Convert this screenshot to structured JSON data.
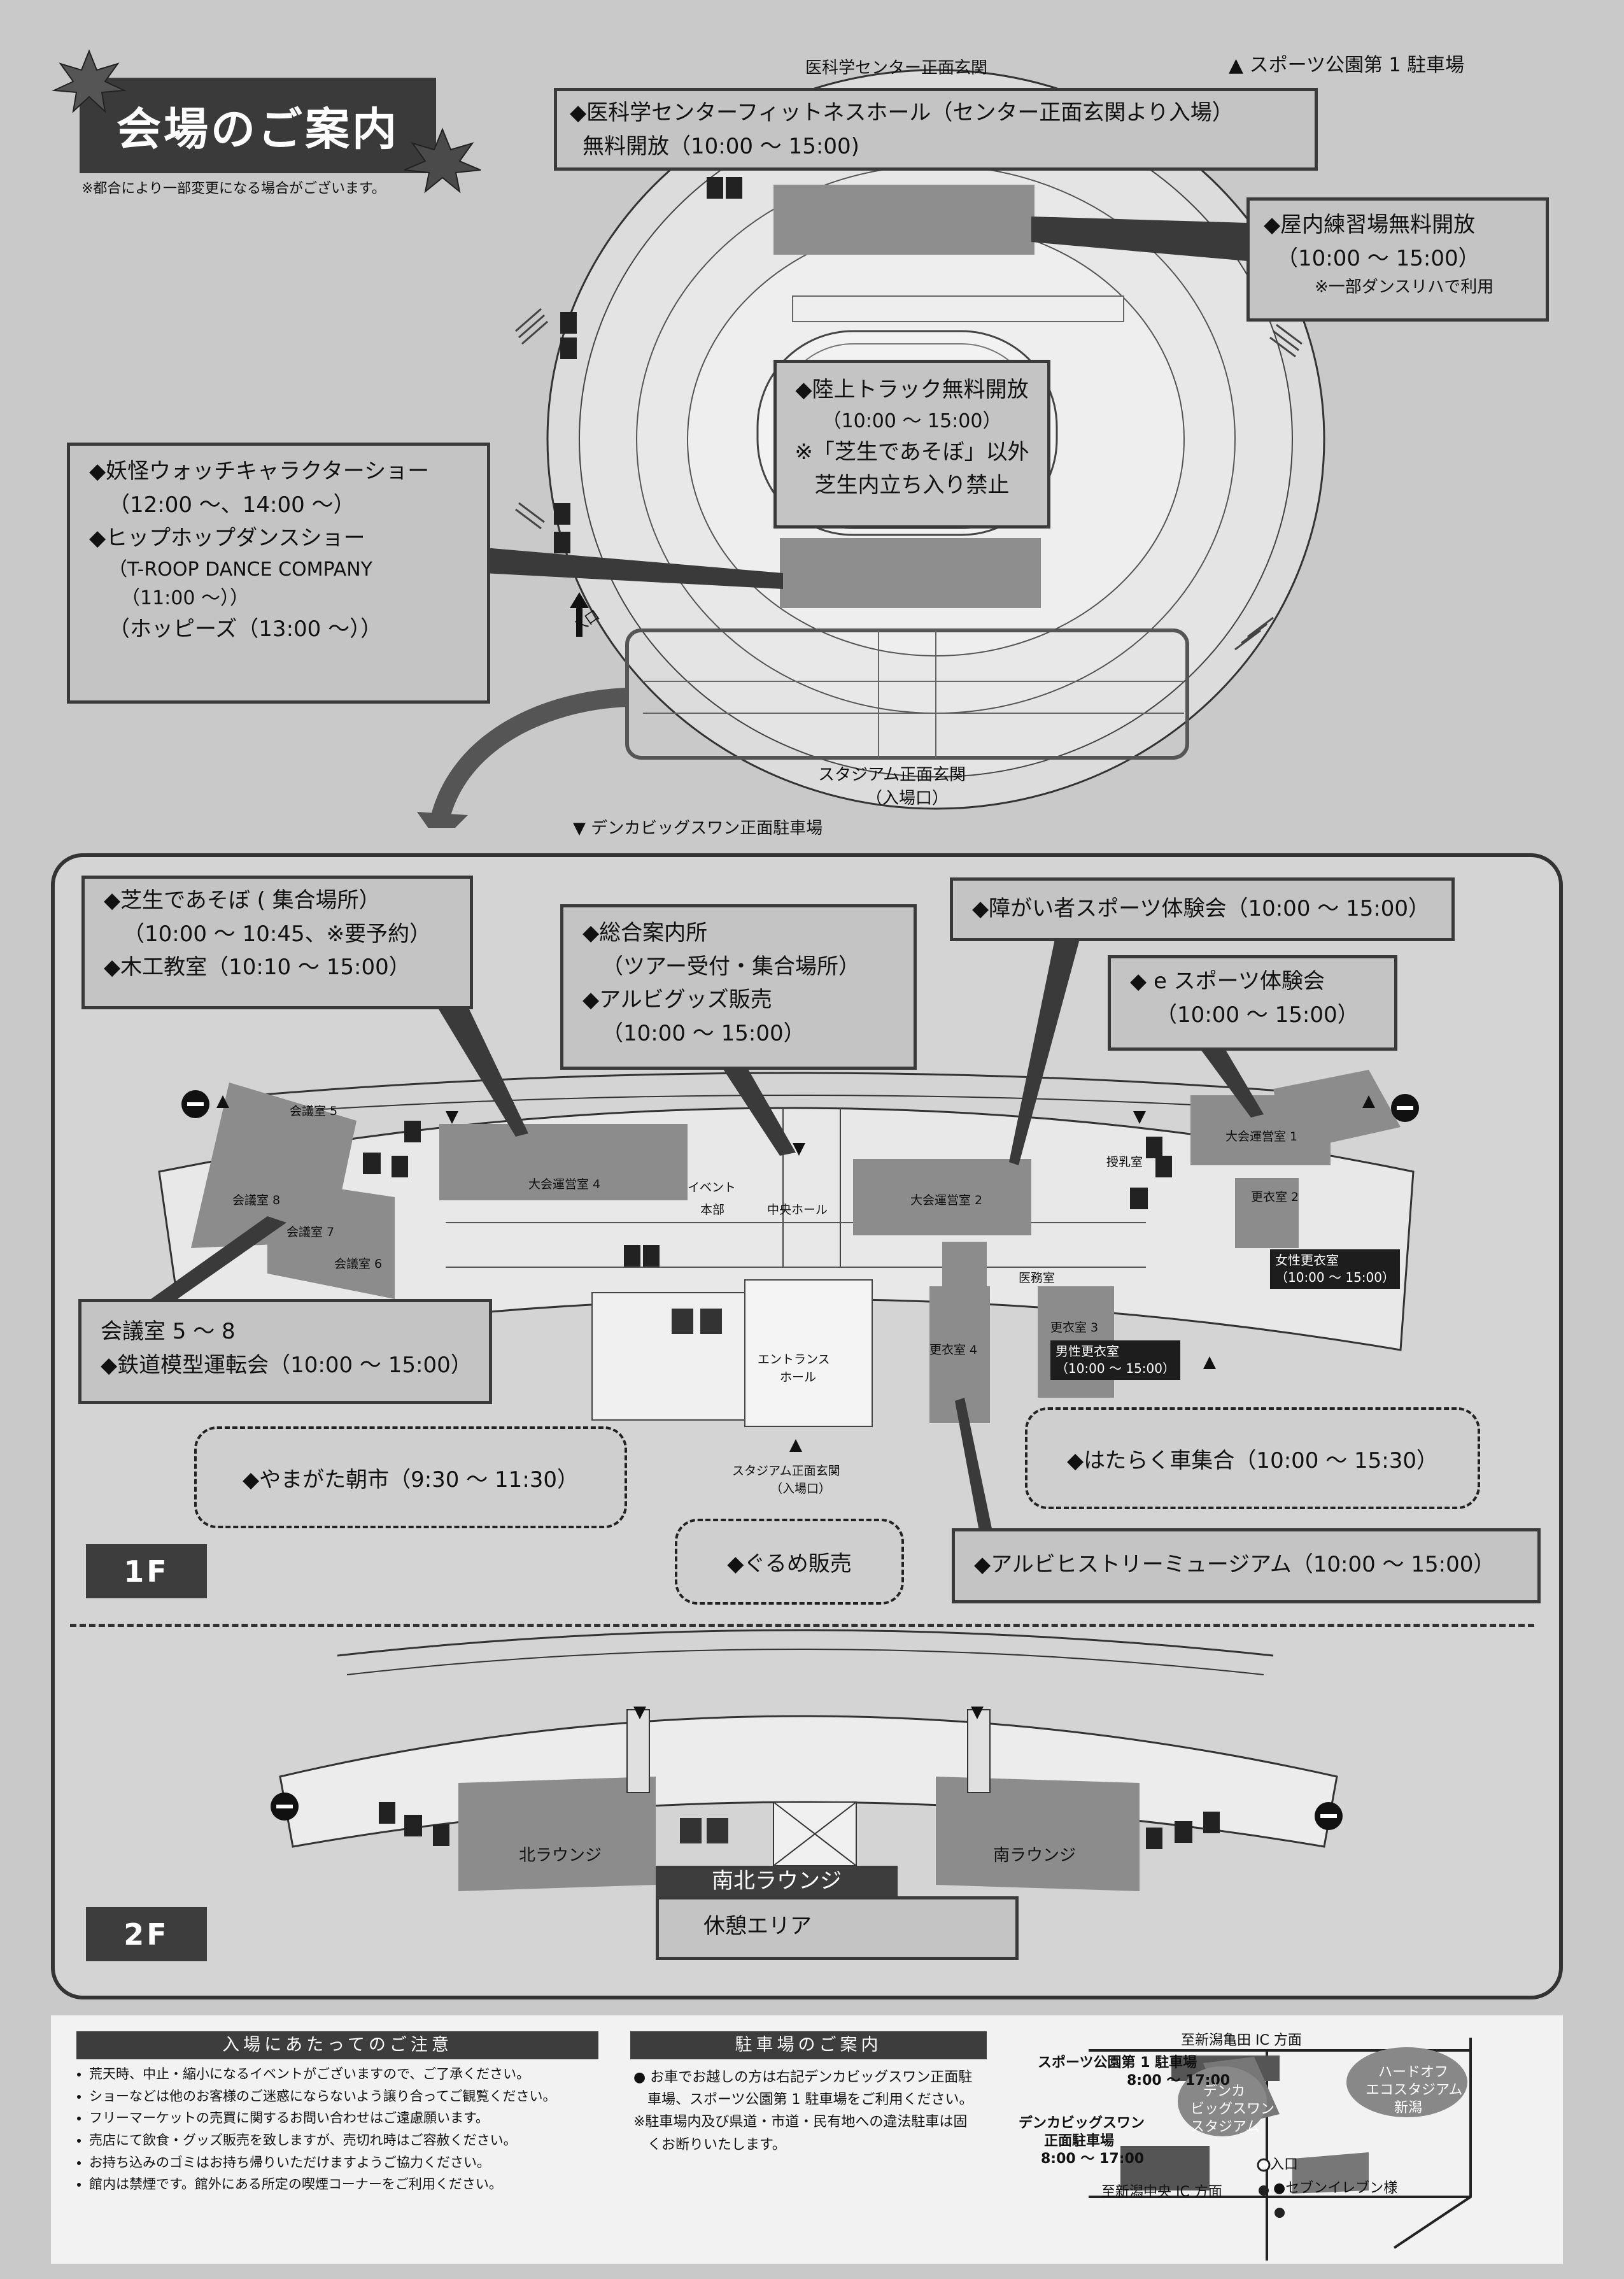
{
  "title": "会場のご案内",
  "note": "※都合により一部変更になる場合がございます。",
  "top_map": {
    "north_gate": "医科学センター正面玄関",
    "parking1": "▲ スポーツ公園第 1 駐車場",
    "south_gate": "スタジアム正面玄関",
    "south_gate_sub": "（入場口）",
    "big_swan_parking": "▼ デンカビッグスワン正面駐車場",
    "entrance_label": "入口"
  },
  "callouts_top": {
    "fitness": {
      "line1": "◆医科学センターフィットネスホール（センター正面玄関より入場）",
      "line2": "無料開放（10:00 ～ 15:00)"
    },
    "indoor": {
      "line1": "◆屋内練習場無料開放",
      "line2": "（10:00 ～ 15:00）",
      "line3": "※一部ダンスリハで利用"
    },
    "track": {
      "line1": "◆陸上トラック無料開放",
      "line2": "（10:00 ～ 15:00）",
      "line3": "※「芝生であそぼ」以外",
      "line4": "芝生内立ち入り禁止"
    },
    "show": {
      "line1": "◆妖怪ウォッチキャラクターショー",
      "line2": "（12:00 ～、14:00 ～）",
      "line3": "◆ヒップホップダンスショー",
      "line4": "（T-ROOP DANCE COMPANY",
      "line5": "（11:00 ～））",
      "line6": "（ホッピーズ（13:00 ～））"
    }
  },
  "floor1": {
    "label": "1F",
    "callouts": {
      "lawn": {
        "line1": "◆芝生であそぼ ( 集合場所）",
        "line2": "（10:00 ～ 10:45、※要予約）",
        "line3": "◆木工教室（10:10 ～ 15:00）"
      },
      "info": {
        "line1": "◆総合案内所",
        "line2": "（ツアー受付・集合場所）",
        "line3": "◆アルビグッズ販売",
        "line4": "（10:00 ～ 15:00）"
      },
      "disability": {
        "line1": "◆障がい者スポーツ体験会（10:00 ～ 15:00）"
      },
      "esports": {
        "line1": "◆ e スポーツ体験会",
        "line2": "（10:00 ～ 15:00）"
      },
      "meeting": {
        "line1": "会議室 5 ～ 8",
        "line2": "◆鉄道模型運転会（10:00 ～ 15:00）"
      },
      "yamagata": "◆やまがた朝市（9:30 ～ 11:30）",
      "gourmet": "◆ぐるめ販売",
      "hataraku": "◆はたらく車集合（10:00 ～ 15:30）",
      "history": "◆アルビヒストリーミュージアム（10:00 ～ 15:00）"
    },
    "rooms": {
      "meeting5": "会議室 5",
      "meeting6": "会議室 6",
      "meeting7": "会議室 7",
      "meeting8": "会議室 8",
      "office4": "大会運営室 4",
      "event": "イベント",
      "event2": "本部",
      "central": "中央ホール",
      "office2": "大会運営室 2",
      "nursing": "授乳室",
      "office1": "大会運営室 1",
      "locker2": "更衣室 2",
      "medical": "医務室",
      "locker3": "更衣室 3",
      "locker4": "更衣室 4",
      "entrance_hall": "エントランス",
      "entrance_hall2": "ホール",
      "front_gate": "スタジアム正面玄関",
      "front_gate2": "（入場口）"
    },
    "female_locker": {
      "line1": "女性更衣室",
      "line2": "（10:00 ～ 15:00）"
    },
    "male_locker": {
      "line1": "男性更衣室",
      "line2": "（10:00 ～ 15:00）"
    }
  },
  "floor2": {
    "label": "2F",
    "north_lounge": "北ラウンジ",
    "south_lounge": "南ラウンジ",
    "ns_lounge": "南北ラウンジ",
    "rest_area": "休憩エリア"
  },
  "notes": {
    "heading": "入場にあたってのご注意",
    "items": [
      "荒天時、中止・縮小になるイベントがございますので、ご了承ください。",
      "ショーなどは他のお客様のご迷惑にならないよう譲り合ってご観覧ください。",
      "フリーマーケットの売買に関するお問い合わせはご遠慮願います。",
      "売店にて飲食・グッズ販売を致しますが、売切れ時はご容赦ください。",
      "お持ち込みのゴミはお持ち帰りいただけますようご協力ください。",
      "館内は禁煙です。館外にある所定の喫煙コーナーをご利用ください。"
    ]
  },
  "parking": {
    "heading": "駐車場のご案内",
    "line1": "● お車でお越しの方は右記デンカビッグスワン正面駐",
    "line2": "車場、スポーツ公園第 1 駐車場をご利用ください。",
    "line3": "※駐車場内及び県道・市道・民有地への違法駐車は固",
    "line4": "くお断りいたします。"
  },
  "access_map": {
    "north": "至新潟亀田 IC 方面",
    "south": "至新潟中央 IC 方面",
    "parking1": "スポーツ公園第 1 駐車場",
    "parking1_hours": "8:00 ～ 17:00",
    "bigswan_parking": "デンカビッグスワン",
    "bigswan_parking2": "正面駐車場",
    "bigswan_hours": "8:00 ～ 17:00",
    "stadium": "デンカ",
    "stadium2": "ビッグスワン",
    "stadium3": "スタジアム",
    "hardoff": "ハードオフ",
    "hardoff2": "エコスタジアム",
    "hardoff3": "新潟",
    "entrance": "入口",
    "seven": "●セブンイレブン様"
  }
}
